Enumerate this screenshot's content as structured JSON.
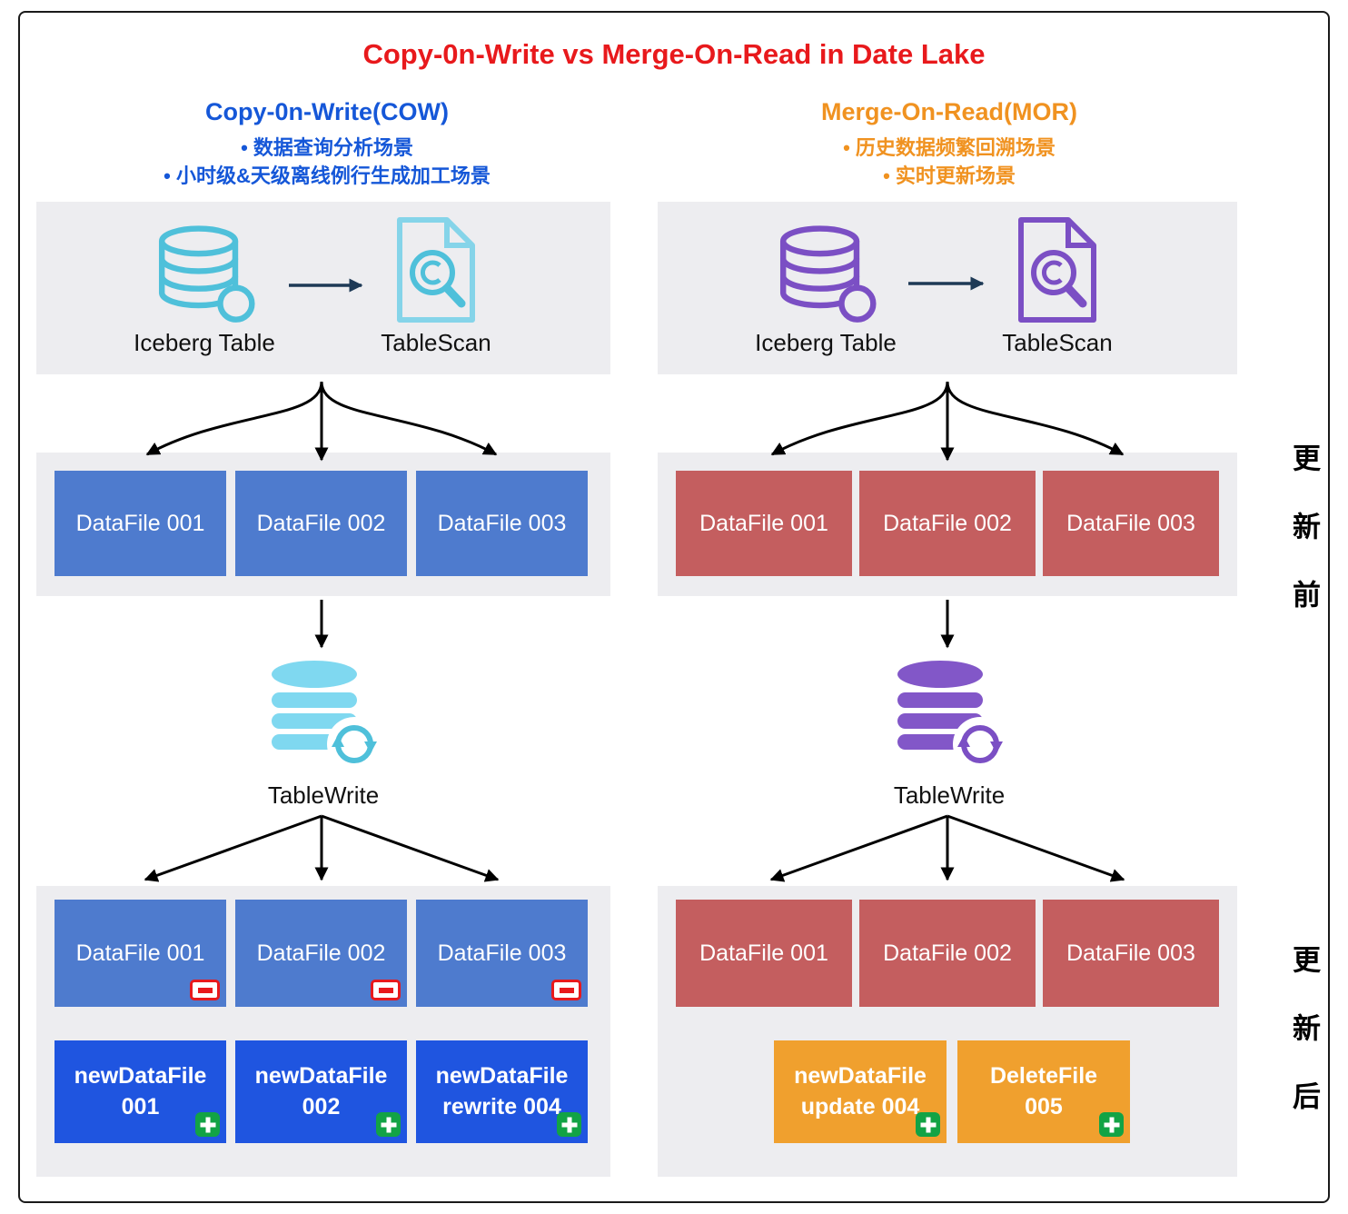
{
  "title": "Copy-0n-Write vs Merge-On-Read in Date Lake",
  "side_labels": {
    "before": "更新前",
    "after": "更新后"
  },
  "cow": {
    "heading": "Copy-0n-Write(COW)",
    "bullet1": "•   数据查询分析场景",
    "bullet2": "•   小时级&天级离线例行生成加工场景",
    "iceberg_label": "Iceberg Table",
    "tablescan_label": "TableScan",
    "tablewrite_label": "TableWrite",
    "before_files": [
      "DataFile 001",
      "DataFile 002",
      "DataFile 003"
    ],
    "after_files": [
      "DataFile 001",
      "DataFile 002",
      "DataFile 003"
    ],
    "new_files": [
      "newDataFile\n001",
      "newDataFile\n002",
      "newDataFile\nrewrite 004"
    ]
  },
  "mor": {
    "heading": "Merge-On-Read(MOR)",
    "bullet1": "•   历史数据频繁回溯场景",
    "bullet2": "•   实时更新场景",
    "iceberg_label": "Iceberg Table",
    "tablescan_label": "TableScan",
    "tablewrite_label": "TableWrite",
    "before_files": [
      "DataFile 001",
      "DataFile 002",
      "DataFile 003"
    ],
    "after_files": [
      "DataFile 001",
      "DataFile 002",
      "DataFile 003"
    ],
    "new_files": [
      "newDataFile\nupdate 004",
      "DeleteFile\n005"
    ]
  },
  "icons": {
    "iceberg_table": "database-icon",
    "table_scan": "document-search-icon",
    "table_write": "database-sync-icon",
    "added_file": "plus-badge-icon",
    "removed_file": "minus-badge-icon"
  },
  "colors": {
    "title_red": "#e8191c",
    "cow_blue": "#1557d8",
    "mor_orange": "#f09220",
    "panel_gray": "#ededf0",
    "cow_file_blue": "#4e7bce",
    "cow_new_blue": "#1f55e0",
    "mor_file_red": "#c45e5f",
    "mor_new_orange": "#f0a02e",
    "icon_cyan": "#4fc0da",
    "icon_cyan_light": "#85d4e9",
    "icon_purple": "#7b4fc4",
    "badge_green": "#12a345",
    "badge_red": "#e8191c"
  }
}
